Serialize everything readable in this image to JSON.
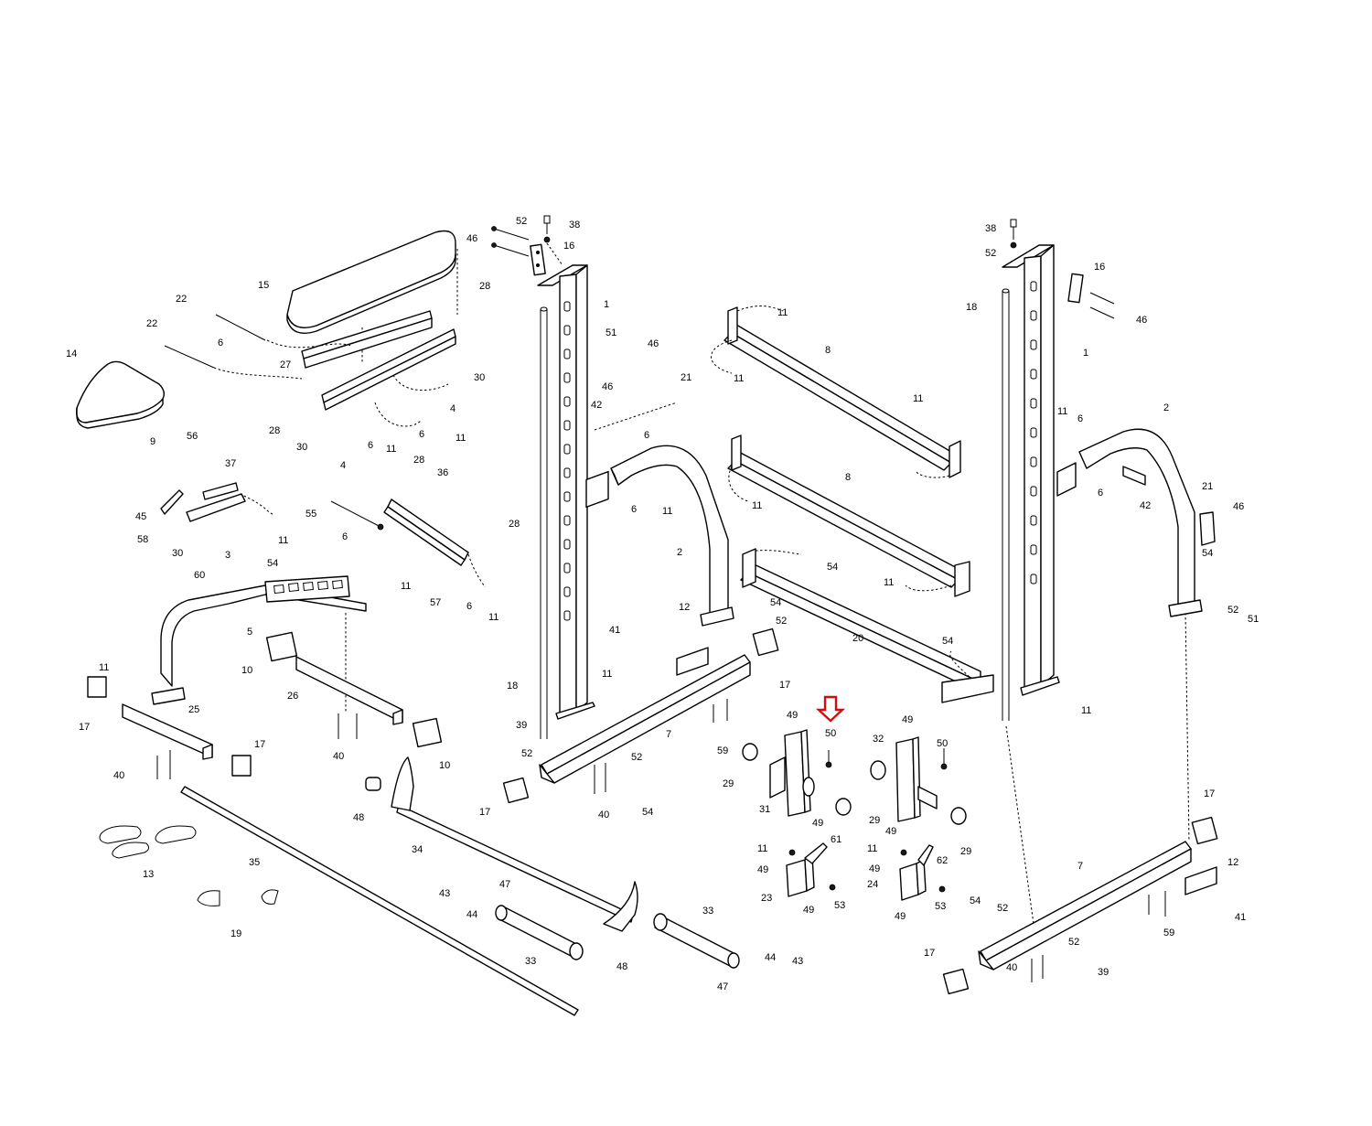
{
  "diagram": {
    "type": "exploded-parts-diagram",
    "highlight": {
      "part": "50",
      "color": "#d01010",
      "marker": "down-arrow-outline"
    },
    "colors": {
      "line": "#000000",
      "background": "#ffffff",
      "highlight": "#d01010"
    },
    "callouts": [
      {
        "id": "c-38a",
        "text": "38"
      },
      {
        "id": "c-52a",
        "text": "52"
      },
      {
        "id": "c-46a",
        "text": "46"
      },
      {
        "id": "c-16a",
        "text": "16"
      },
      {
        "id": "c-1a",
        "text": "1"
      },
      {
        "id": "c-51a",
        "text": "51"
      },
      {
        "id": "c-46b",
        "text": "46"
      },
      {
        "id": "c-21a",
        "text": "21"
      },
      {
        "id": "c-46c",
        "text": "46"
      },
      {
        "id": "c-42a",
        "text": "42"
      },
      {
        "id": "c-6a",
        "text": "6"
      },
      {
        "id": "c-6b",
        "text": "6"
      },
      {
        "id": "c-11a",
        "text": "11"
      },
      {
        "id": "c-2a",
        "text": "2"
      },
      {
        "id": "c-12a",
        "text": "12"
      },
      {
        "id": "c-41a",
        "text": "41"
      },
      {
        "id": "c-11b",
        "text": "11"
      },
      {
        "id": "c-18a",
        "text": "18"
      },
      {
        "id": "c-39a",
        "text": "39"
      },
      {
        "id": "c-52b",
        "text": "52"
      },
      {
        "id": "c-7a",
        "text": "7"
      },
      {
        "id": "c-52c",
        "text": "52"
      },
      {
        "id": "c-40a",
        "text": "40"
      },
      {
        "id": "c-54a",
        "text": "54"
      },
      {
        "id": "c-17a",
        "text": "17"
      },
      {
        "id": "c-59a",
        "text": "59"
      },
      {
        "id": "c-17b",
        "text": "17"
      },
      {
        "id": "c-11c",
        "text": "11"
      },
      {
        "id": "c-8a",
        "text": "8"
      },
      {
        "id": "c-11d",
        "text": "11"
      },
      {
        "id": "c-11e",
        "text": "11"
      },
      {
        "id": "c-8b",
        "text": "8"
      },
      {
        "id": "c-11f",
        "text": "11"
      },
      {
        "id": "c-54b",
        "text": "54"
      },
      {
        "id": "c-11g",
        "text": "11"
      },
      {
        "id": "c-54c",
        "text": "54"
      },
      {
        "id": "c-52d",
        "text": "52"
      },
      {
        "id": "c-20a",
        "text": "20"
      },
      {
        "id": "c-54d",
        "text": "54"
      },
      {
        "id": "c-15a",
        "text": "15"
      },
      {
        "id": "c-22a",
        "text": "22"
      },
      {
        "id": "c-22b",
        "text": "22"
      },
      {
        "id": "c-28a",
        "text": "28"
      },
      {
        "id": "c-6c",
        "text": "6"
      },
      {
        "id": "c-14a",
        "text": "14"
      },
      {
        "id": "c-27a",
        "text": "27"
      },
      {
        "id": "c-30a",
        "text": "30"
      },
      {
        "id": "c-4a",
        "text": "4"
      },
      {
        "id": "c-28b",
        "text": "28"
      },
      {
        "id": "c-30b",
        "text": "30"
      },
      {
        "id": "c-6d",
        "text": "6"
      },
      {
        "id": "c-11h",
        "text": "11"
      },
      {
        "id": "c-6e",
        "text": "6"
      },
      {
        "id": "c-11i",
        "text": "11"
      },
      {
        "id": "c-4b",
        "text": "4"
      },
      {
        "id": "c-9a",
        "text": "9"
      },
      {
        "id": "c-56a",
        "text": "56"
      },
      {
        "id": "c-37a",
        "text": "37"
      },
      {
        "id": "c-45a",
        "text": "45"
      },
      {
        "id": "c-58a",
        "text": "58"
      },
      {
        "id": "c-30c",
        "text": "30"
      },
      {
        "id": "c-3a",
        "text": "3"
      },
      {
        "id": "c-11j",
        "text": "11"
      },
      {
        "id": "c-54e",
        "text": "54"
      },
      {
        "id": "c-60a",
        "text": "60"
      },
      {
        "id": "c-28c",
        "text": "28"
      },
      {
        "id": "c-36a",
        "text": "36"
      },
      {
        "id": "c-55a",
        "text": "55"
      },
      {
        "id": "c-6f",
        "text": "6"
      },
      {
        "id": "c-28d",
        "text": "28"
      },
      {
        "id": "c-57a",
        "text": "57"
      },
      {
        "id": "c-6g",
        "text": "6"
      },
      {
        "id": "c-11k",
        "text": "11"
      },
      {
        "id": "c-11l",
        "text": "11"
      },
      {
        "id": "c-5a",
        "text": "5"
      },
      {
        "id": "c-11m",
        "text": "11"
      },
      {
        "id": "c-10a",
        "text": "10"
      },
      {
        "id": "c-26a",
        "text": "26"
      },
      {
        "id": "c-17c",
        "text": "17"
      },
      {
        "id": "c-25a",
        "text": "25"
      },
      {
        "id": "c-17d",
        "text": "17"
      },
      {
        "id": "c-40b",
        "text": "40"
      },
      {
        "id": "c-40c",
        "text": "40"
      },
      {
        "id": "c-10b",
        "text": "10"
      },
      {
        "id": "c-13a",
        "text": "13"
      },
      {
        "id": "c-35a",
        "text": "35"
      },
      {
        "id": "c-19a",
        "text": "19"
      },
      {
        "id": "c-48a",
        "text": "48"
      },
      {
        "id": "c-34a",
        "text": "34"
      },
      {
        "id": "c-43a",
        "text": "43"
      },
      {
        "id": "c-44a",
        "text": "44"
      },
      {
        "id": "c-47a",
        "text": "47"
      },
      {
        "id": "c-33a",
        "text": "33"
      },
      {
        "id": "c-48b",
        "text": "48"
      },
      {
        "id": "c-33b",
        "text": "33"
      },
      {
        "id": "c-47b",
        "text": "47"
      },
      {
        "id": "c-44b",
        "text": "44"
      },
      {
        "id": "c-43b",
        "text": "43"
      },
      {
        "id": "c-49a",
        "text": "49"
      },
      {
        "id": "c-50a",
        "text": "50"
      },
      {
        "id": "c-29a",
        "text": "29"
      },
      {
        "id": "c-31a",
        "text": "31"
      },
      {
        "id": "c-49b",
        "text": "49"
      },
      {
        "id": "c-11n",
        "text": "11"
      },
      {
        "id": "c-61a",
        "text": "61"
      },
      {
        "id": "c-49c",
        "text": "49"
      },
      {
        "id": "c-23a",
        "text": "23"
      },
      {
        "id": "c-49d",
        "text": "49"
      },
      {
        "id": "c-53a",
        "text": "53"
      },
      {
        "id": "c-49e",
        "text": "49"
      },
      {
        "id": "c-32a",
        "text": "32"
      },
      {
        "id": "c-50b",
        "text": "50"
      },
      {
        "id": "c-29b",
        "text": "29"
      },
      {
        "id": "c-29c",
        "text": "29"
      },
      {
        "id": "c-49f",
        "text": "49"
      },
      {
        "id": "c-11o",
        "text": "11"
      },
      {
        "id": "c-49g",
        "text": "49"
      },
      {
        "id": "c-62a",
        "text": "62"
      },
      {
        "id": "c-24a",
        "text": "24"
      },
      {
        "id": "c-53b",
        "text": "53"
      },
      {
        "id": "c-49h",
        "text": "49"
      },
      {
        "id": "c-38b",
        "text": "38"
      },
      {
        "id": "c-52e",
        "text": "52"
      },
      {
        "id": "c-18b",
        "text": "18"
      },
      {
        "id": "c-16b",
        "text": "16"
      },
      {
        "id": "c-46d",
        "text": "46"
      },
      {
        "id": "c-1b",
        "text": "1"
      },
      {
        "id": "c-11p",
        "text": "11"
      },
      {
        "id": "c-6h",
        "text": "6"
      },
      {
        "id": "c-2b",
        "text": "2"
      },
      {
        "id": "c-6i",
        "text": "6"
      },
      {
        "id": "c-42b",
        "text": "42"
      },
      {
        "id": "c-21b",
        "text": "21"
      },
      {
        "id": "c-46e",
        "text": "46"
      },
      {
        "id": "c-54f",
        "text": "54"
      },
      {
        "id": "c-52f",
        "text": "52"
      },
      {
        "id": "c-51b",
        "text": "51"
      },
      {
        "id": "c-11q",
        "text": "11"
      },
      {
        "id": "c-17e",
        "text": "17"
      },
      {
        "id": "c-7b",
        "text": "7"
      },
      {
        "id": "c-12b",
        "text": "12"
      },
      {
        "id": "c-41b",
        "text": "41"
      },
      {
        "id": "c-54g",
        "text": "54"
      },
      {
        "id": "c-52g",
        "text": "52"
      },
      {
        "id": "c-59b",
        "text": "59"
      },
      {
        "id": "c-52h",
        "text": "52"
      },
      {
        "id": "c-40d",
        "text": "40"
      },
      {
        "id": "c-39b",
        "text": "39"
      },
      {
        "id": "c-17f",
        "text": "17"
      }
    ]
  }
}
